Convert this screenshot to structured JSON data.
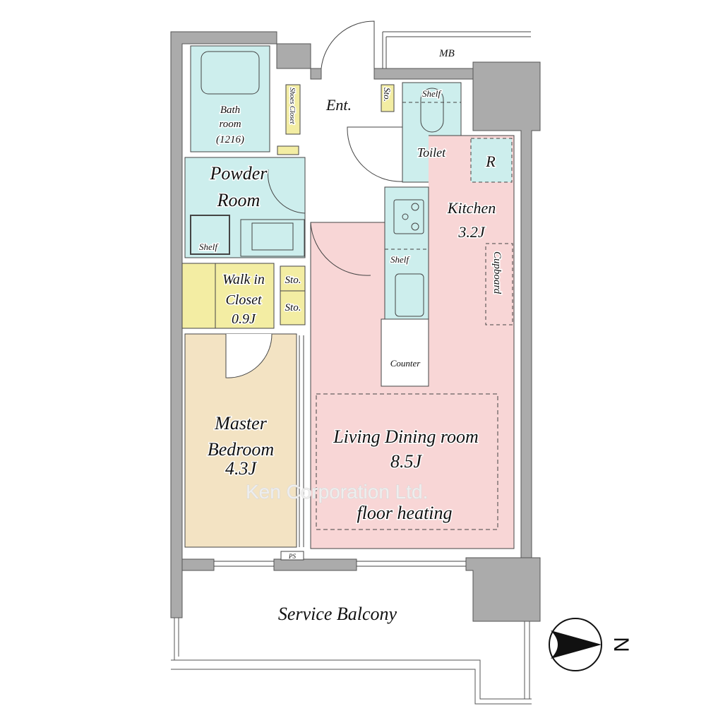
{
  "rooms": {
    "bathroom": {
      "line1": "Bath",
      "line2": "room",
      "line3": "(1216)"
    },
    "powder_room": {
      "line1": "Powder",
      "line2": "Room",
      "shelf": "Shelf"
    },
    "entrance": {
      "label": "Ent.",
      "shoes_closet": "Shoes Closet",
      "storage": "Sto."
    },
    "mb": "MB",
    "toilet": {
      "label": "Toilet",
      "shelf": "Shelf"
    },
    "refrigerator": "R",
    "kitchen": {
      "label": "Kitchen",
      "size": "3.2J",
      "shelf": "Shelf",
      "cupboard": "Cupboard",
      "counter": "Counter"
    },
    "walk_in_closet": {
      "line1": "Walk in",
      "line2": "Closet",
      "size": "0.9J",
      "storage1": "Sto.",
      "storage2": "Sto."
    },
    "master_bedroom": {
      "line1": "Master",
      "line2": "Bedroom",
      "size": "4.3J"
    },
    "living_dining": {
      "label": "Living Dining room",
      "size": "8.5J",
      "note": "floor heating"
    },
    "ps": "PS",
    "balcony": "Service Balcony"
  },
  "compass": {
    "label": "N"
  },
  "watermark": "Ken Corporation Ltd.",
  "colors": {
    "wall": "#ababab",
    "wet": "#cdeeed",
    "storage": "#f3eda3",
    "bedroom": "#f3e3c3",
    "living": "#f8d6d6"
  }
}
